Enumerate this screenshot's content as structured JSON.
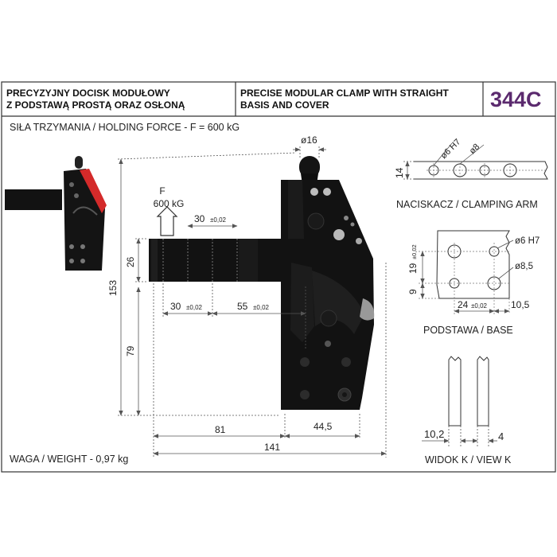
{
  "header": {
    "title_pl_line1": "PRECYZYJNY DOCISK MODUŁOWY",
    "title_pl_line2": "Z PODSTAWĄ PROSTĄ ORAZ OSŁONĄ",
    "title_en_line1": "PRECISE MODULAR CLAMP WITH STRAIGHT",
    "title_en_line2": "BASIS AND COVER",
    "code": "344C"
  },
  "holding_force": "SIŁA TRZYMANIA / HOLDING FORCE - F = 600 kG",
  "weight": "WAGA / WEIGHT - 0,97 kg",
  "force_arrow": {
    "letter": "F",
    "value": "600 kG"
  },
  "main_dims": {
    "d_head": "ø16",
    "arm_pitch": "30",
    "tol_02": "±0,02",
    "arm_height": "26",
    "total_height": "153",
    "lower_height": "79",
    "pitch_lower": "30",
    "pitch_55": "55",
    "width_81": "81",
    "width_44_5": "44,5",
    "width_141": "141"
  },
  "clamping_arm": {
    "label": "NACISKACZ / CLAMPING ARM",
    "height": "14",
    "hole_h7": "ø6 H7",
    "hole_8": "ø8"
  },
  "base": {
    "label": "PODSTAWA / BASE",
    "hole_h7": "ø6 H7",
    "hole_8_5": "ø8,5",
    "pitch_v": "19",
    "tol_02": "±0,02",
    "offset_v": "9",
    "pitch_h": "24",
    "offset_h": "10,5"
  },
  "view_k": {
    "label": "WIDOK K / VIEW K",
    "width": "10,2",
    "gap": "4"
  },
  "colors": {
    "frame": "#333333",
    "code": "#5b2a6e",
    "part": "#111111",
    "cover_red": "#d42a2a",
    "dimension": "#555555"
  }
}
